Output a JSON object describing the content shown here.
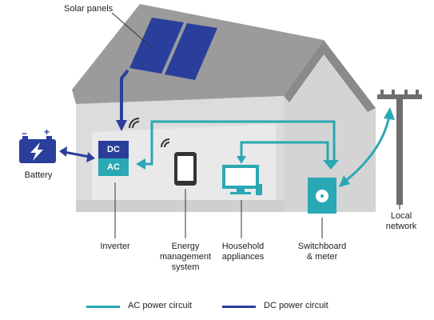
{
  "labels": {
    "solar_panels": "Solar panels",
    "battery": "Battery",
    "inverter": "Inverter",
    "energy_management_line1": "Energy",
    "energy_management_line2": "management",
    "energy_management_line3": "system",
    "household_line1": "Household",
    "household_line2": "appliances",
    "switchboard_line1": "Switchboard",
    "switchboard_line2": "& meter",
    "network_line1": "Local",
    "network_line2": "network"
  },
  "inverter_box": {
    "dc": "DC",
    "ac": "AC"
  },
  "battery_box": {
    "minus": "−",
    "plus": "+"
  },
  "legend": {
    "ac_label": "AC power circuit",
    "dc_label": "DC power circuit"
  },
  "colors": {
    "ac": "#2aa8b4",
    "dc": "#2a3f9b",
    "roof": "#9a9a9a",
    "wall": "#d9d9d9",
    "inner": "#e6e6e6",
    "pole": "#6e6e6e",
    "text": "#222222"
  },
  "icons": [
    "solar-panel-icon",
    "battery-icon",
    "lightning-icon",
    "wifi-icon",
    "tablet-icon",
    "computer-icon",
    "meter-icon",
    "power-pole-icon"
  ]
}
